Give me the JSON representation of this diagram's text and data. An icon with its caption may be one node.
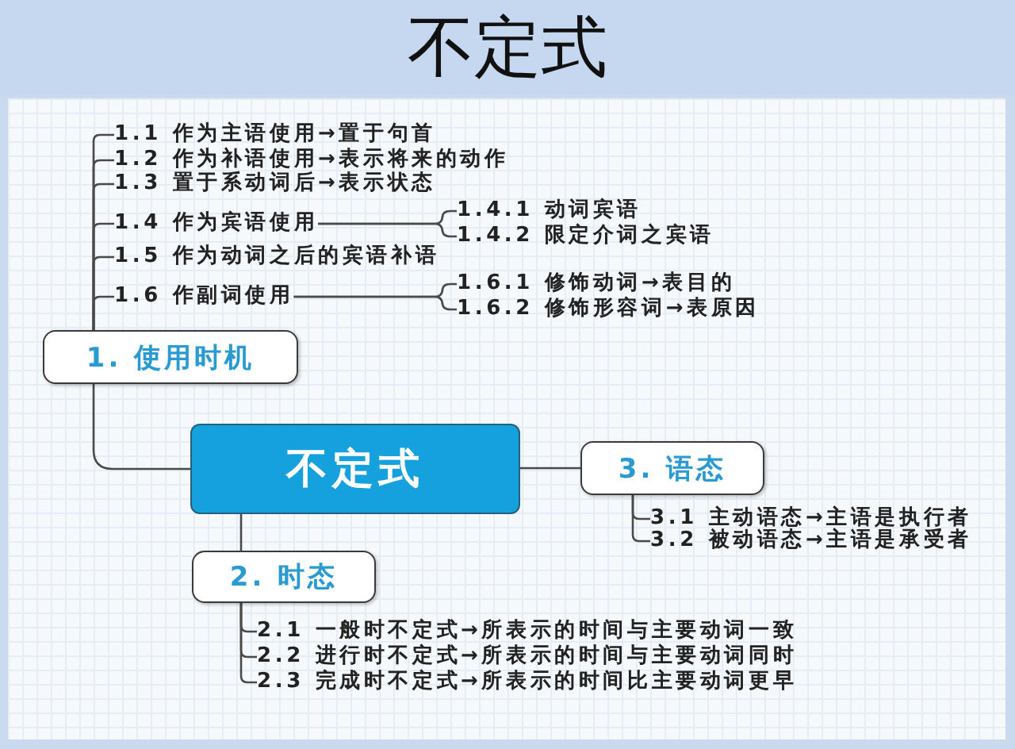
{
  "diagram": {
    "title": "不定式",
    "nodes": [
      {
        "text": [
          "1.1 作为主语使用→置于句首"
        ]
      },
      {
        "text": [
          "1.2 作为补语使用→表示将来的动作"
        ]
      },
      {
        "text": [
          "1.3 置于系动词后→表示状态"
        ]
      },
      {
        "text": [
          "1.4 作为宾语使用"
        ]
      },
      {
        "text": [
          "1.4.1 动词宾语"
        ]
      },
      {
        "text": [
          "1.4.2 限定介词之宾语"
        ]
      },
      {
        "text": [
          "1.5 作为动词之后的宾语补语"
        ]
      },
      {
        "text": [
          "1.6 作副词使用"
        ]
      },
      {
        "text": [
          "1.6.1 修饰动词→表目的"
        ]
      },
      {
        "text": [
          "1.6.2 修饰形容词→表原因"
        ]
      },
      {
        "text": [
          "1. 使用时机"
        ]
      },
      {
        "text": [
          "不定式"
        ]
      },
      {
        "text": [
          "3. 语态"
        ]
      },
      {
        "text": [
          "3.1 主动语态→主语是执行者"
        ]
      },
      {
        "text": [
          "3.2 被动语态→主语是承受者"
        ]
      },
      {
        "text": [
          "2. 时态"
        ]
      },
      {
        "text": [
          "2.1 一般时不定式→所表示的时间与主要动词一致"
        ]
      },
      {
        "text": [
          "2.2 进行时不定式→所表示的时间与主要动词同时"
        ]
      },
      {
        "text": [
          "2.3 完成时不定式→所表示的时间比主要动词更早"
        ]
      }
    ],
    "edges": [
      {
        "from": 10,
        "to": 0,
        "arrow": "none"
      },
      {
        "from": 10,
        "to": 1,
        "arrow": "none"
      },
      {
        "from": 10,
        "to": 2,
        "arrow": "none"
      },
      {
        "from": 10,
        "to": 3,
        "arrow": "none"
      },
      {
        "from": 3,
        "to": 4,
        "arrow": "none"
      },
      {
        "from": 3,
        "to": 5,
        "arrow": "none"
      },
      {
        "from": 10,
        "to": 6,
        "arrow": "none"
      },
      {
        "from": 10,
        "to": 7,
        "arrow": "none"
      },
      {
        "from": 7,
        "to": 8,
        "arrow": "none"
      },
      {
        "from": 7,
        "to": 9,
        "arrow": "none"
      },
      {
        "from": 11,
        "to": 10,
        "arrow": "none"
      },
      {
        "from": 11,
        "to": 12,
        "arrow": "none"
      },
      {
        "from": 12,
        "to": 13,
        "arrow": "none"
      },
      {
        "from": 12,
        "to": 14,
        "arrow": "none"
      },
      {
        "from": 11,
        "to": 15,
        "arrow": "none"
      },
      {
        "from": 15,
        "to": 16,
        "arrow": "none"
      },
      {
        "from": 15,
        "to": 17,
        "arrow": "none"
      },
      {
        "from": 15,
        "to": 18,
        "arrow": "none"
      }
    ]
  }
}
